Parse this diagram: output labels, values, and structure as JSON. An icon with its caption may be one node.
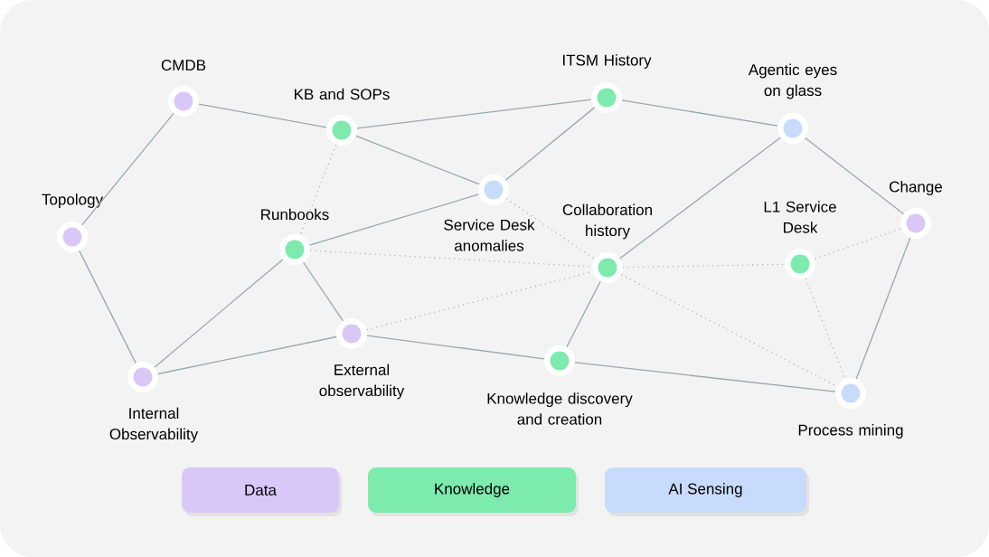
{
  "diagram": {
    "nodes": [
      {
        "text": [
          "CMDB"
        ]
      },
      {
        "text": [
          "KB and SOPs"
        ]
      },
      {
        "text": [
          "ITSM History"
        ]
      },
      {
        "text": [
          "Agentic eyes on glass"
        ]
      },
      {
        "text": [
          "Topology"
        ]
      },
      {
        "text": [
          "Service Desk anomalies"
        ]
      },
      {
        "text": [
          "Runbooks"
        ]
      },
      {
        "text": [
          "Collaboration history"
        ]
      },
      {
        "text": [
          "L1 Service Desk"
        ]
      },
      {
        "text": [
          "Change"
        ]
      },
      {
        "text": [
          "External observability"
        ]
      },
      {
        "text": [
          "Knowledge discovery and creation"
        ]
      },
      {
        "text": [
          "Internal Observability"
        ]
      },
      {
        "text": [
          "Process mining"
        ]
      }
    ],
    "edges": [
      {
        "from": 0,
        "to": 1,
        "arrow": "none"
      },
      {
        "from": 0,
        "to": 4,
        "arrow": "none"
      },
      {
        "from": 1,
        "to": 2,
        "arrow": "none"
      },
      {
        "from": 1,
        "to": 5,
        "arrow": "none"
      },
      {
        "from": 2,
        "to": 5,
        "arrow": "none"
      },
      {
        "from": 2,
        "to": 3,
        "arrow": "none"
      },
      {
        "from": 3,
        "to": 9,
        "arrow": "none"
      },
      {
        "from": 3,
        "to": 7,
        "arrow": "none"
      },
      {
        "from": 4,
        "to": 12,
        "arrow": "none"
      },
      {
        "from": 6,
        "to": 5,
        "arrow": "none"
      },
      {
        "from": 6,
        "to": 12,
        "arrow": "none"
      },
      {
        "from": 6,
        "to": 10,
        "arrow": "none"
      },
      {
        "from": 12,
        "to": 10,
        "arrow": "none"
      },
      {
        "from": 10,
        "to": 11,
        "arrow": "none"
      },
      {
        "from": 11,
        "to": 13,
        "arrow": "none"
      },
      {
        "from": 7,
        "to": 11,
        "arrow": "none"
      },
      {
        "from": 9,
        "to": 13,
        "arrow": "none"
      },
      {
        "from": 1,
        "to": 6,
        "arrow": "none",
        "style": "dashed"
      },
      {
        "from": 5,
        "to": 7,
        "arrow": "none",
        "style": "dashed"
      },
      {
        "from": 6,
        "to": 7,
        "arrow": "none",
        "style": "dashed"
      },
      {
        "from": 10,
        "to": 7,
        "arrow": "none",
        "style": "dashed"
      },
      {
        "from": 7,
        "to": 8,
        "arrow": "none",
        "style": "dashed"
      },
      {
        "from": 8,
        "to": 9,
        "arrow": "none",
        "style": "dashed"
      },
      {
        "from": 7,
        "to": 13,
        "arrow": "none",
        "style": "dashed"
      },
      {
        "from": 8,
        "to": 13,
        "arrow": "none",
        "style": "dashed"
      }
    ],
    "legend": [
      {
        "text": "Data",
        "color": "#d9c8f7"
      },
      {
        "text": "Knowledge",
        "color": "#7deaae"
      },
      {
        "text": "AI Sensing",
        "color": "#c8dbfd"
      }
    ]
  }
}
